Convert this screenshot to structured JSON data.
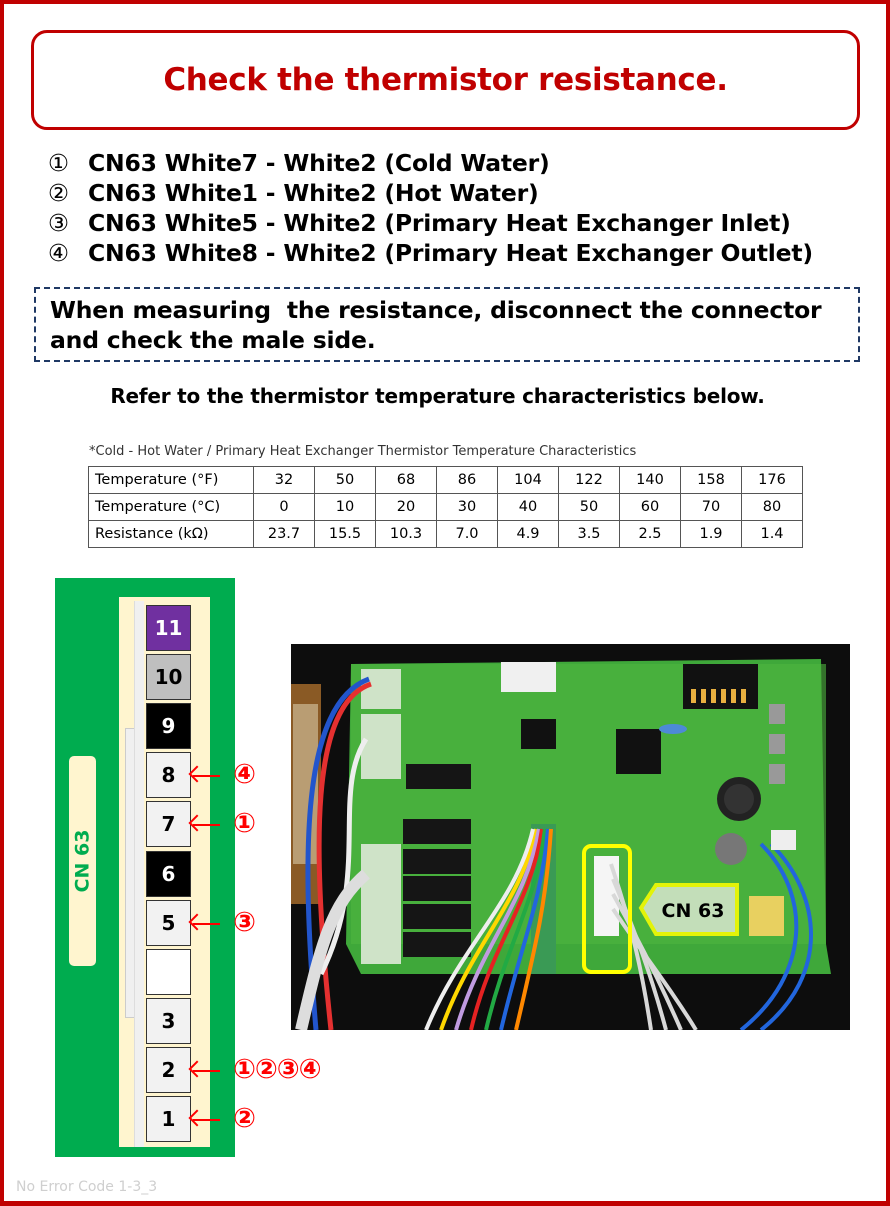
{
  "title": "Check the thermistor resistance.",
  "steps": [
    {
      "num": "①",
      "text": "CN63 White7 - White2 (Cold Water)"
    },
    {
      "num": "②",
      "text": "CN63 White1 - White2 (Hot Water)"
    },
    {
      "num": "③",
      "text": "CN63 White5 - White2 (Primary Heat Exchanger Inlet)"
    },
    {
      "num": "④",
      "text": "CN63 White8 - White2 (Primary Heat Exchanger Outlet)"
    }
  ],
  "note": {
    "line1": "When measuring  the resistance, disconnect the connector",
    "line2": "and check the male side."
  },
  "refer_text": "Refer to the thermistor temperature characteristics below.",
  "table": {
    "caption": "*Cold - Hot Water / Primary Heat Exchanger Thermistor Temperature Characteristics",
    "rows": [
      {
        "header": "Temperature (°F)",
        "values": [
          "32",
          "50",
          "68",
          "86",
          "104",
          "122",
          "140",
          "158",
          "176"
        ]
      },
      {
        "header": "Temperature (°C)",
        "values": [
          "0",
          "10",
          "20",
          "30",
          "40",
          "50",
          "60",
          "70",
          "80"
        ]
      },
      {
        "header": "Resistance (kΩ)",
        "values": [
          "23.7",
          "15.5",
          "10.3",
          "7.0",
          "4.9",
          "3.5",
          "2.5",
          "1.9",
          "1.4"
        ]
      }
    ]
  },
  "connector": {
    "label": "CN 63",
    "pins": [
      {
        "label": "11",
        "color": "#7030a0",
        "text_color": "#ffffff"
      },
      {
        "label": "10",
        "color": "#bfbfbf",
        "text_color": "#000000"
      },
      {
        "label": "9",
        "color": "#000000",
        "text_color": "#ffffff"
      },
      {
        "label": "8",
        "color": "#f2f2f2",
        "text_color": "#000000",
        "marks": "④"
      },
      {
        "label": "7",
        "color": "#f2f2f2",
        "text_color": "#000000",
        "marks": "①"
      },
      {
        "label": "6",
        "color": "#000000",
        "text_color": "#ffffff"
      },
      {
        "label": "5",
        "color": "#f2f2f2",
        "text_color": "#000000",
        "marks": "③"
      },
      {
        "label": "",
        "color": "#ffffff",
        "text_color": "#000000"
      },
      {
        "label": "3",
        "color": "#f2f2f2",
        "text_color": "#000000"
      },
      {
        "label": "2",
        "color": "#f2f2f2",
        "text_color": "#000000",
        "marks": "①②③④"
      },
      {
        "label": "1",
        "color": "#f2f2f2",
        "text_color": "#000000",
        "marks": "②"
      }
    ]
  },
  "photo": {
    "callout_label": "CN 63"
  },
  "footer": "No Error Code 1-3_3",
  "colors": {
    "accent_red": "#c00000",
    "arrow_red": "#ff0000",
    "pcb_green": "#00ac4f",
    "housing_cream": "#fff5cf",
    "callout_yellow": "#ffff00",
    "dash_navy": "#1f3864"
  }
}
